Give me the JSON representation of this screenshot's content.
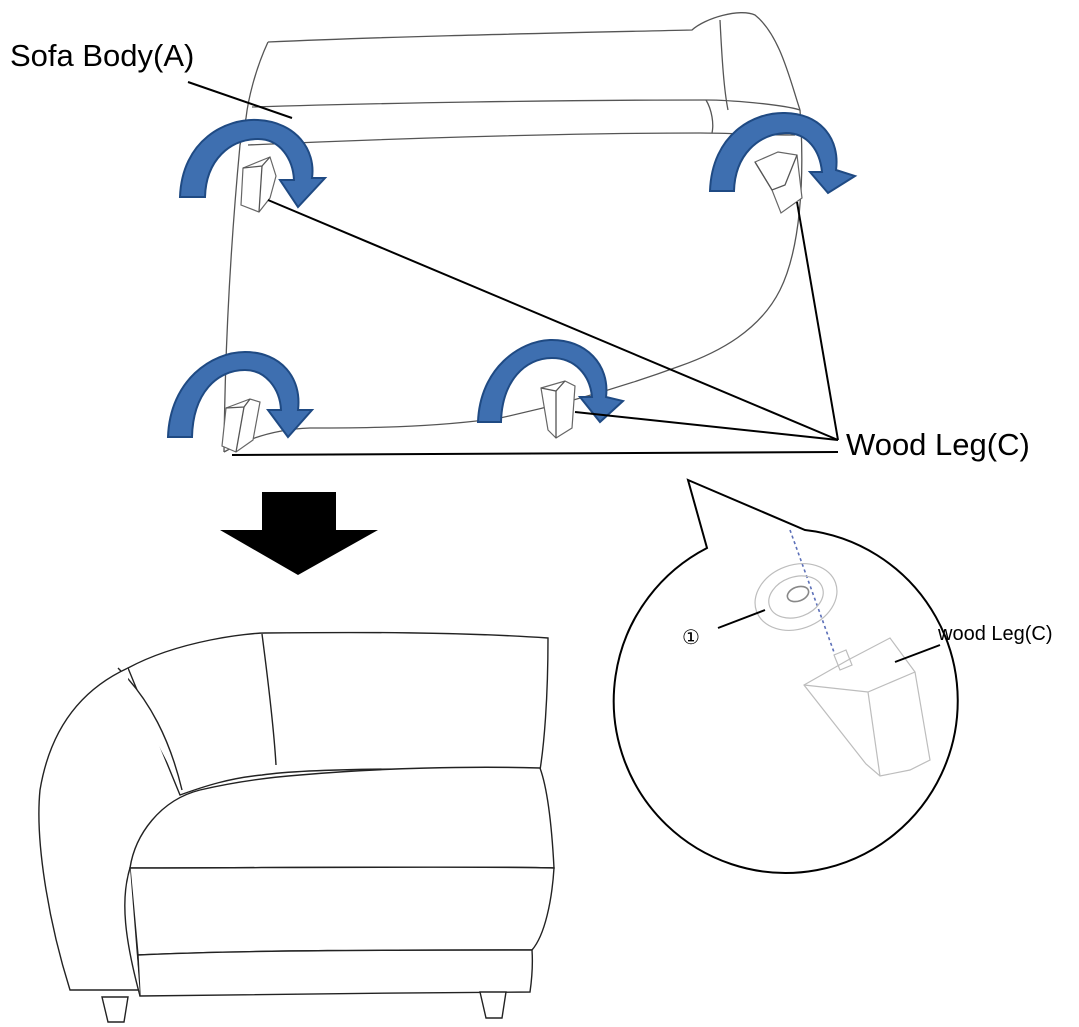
{
  "labels": {
    "sofa_body": "Sofa Body(A)",
    "wood_leg": "Wood Leg(C)",
    "inset_leg": "wood Leg(C)",
    "inset_part_number": "①"
  },
  "colors": {
    "rotation_arrow_fill": "#3e6fb0",
    "rotation_arrow_stroke": "#1f4a83",
    "down_arrow": "#000000"
  },
  "icons": {
    "rotation": "curved-rotate-arrow-icon",
    "step": "down-arrow-icon"
  }
}
